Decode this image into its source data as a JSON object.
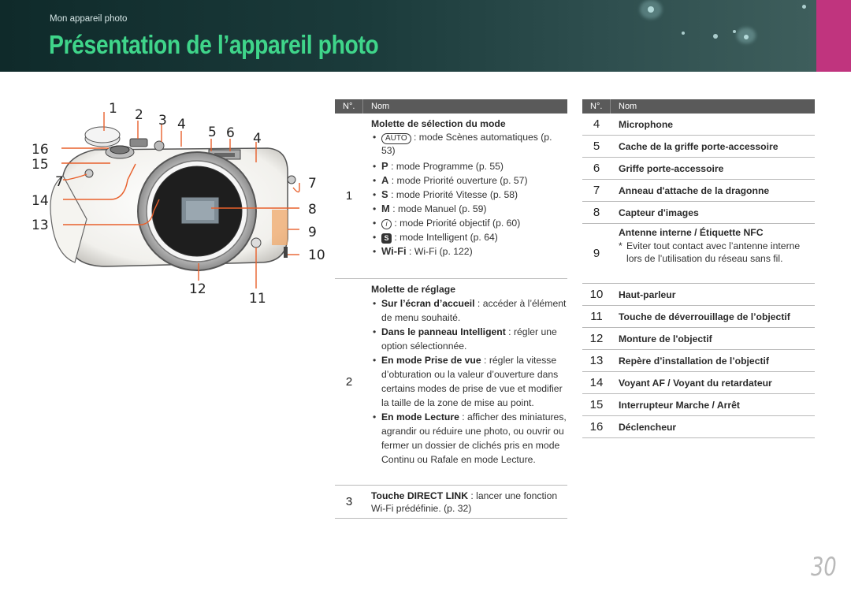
{
  "header": {
    "breadcrumb": "Mon appareil photo",
    "title": "Présentation de l’appareil photo"
  },
  "figure": {
    "callouts": [
      "1",
      "2",
      "3",
      "4",
      "5",
      "6",
      "4",
      "16",
      "15",
      "7",
      "14",
      "13",
      "7",
      "8",
      "9",
      "10",
      "12",
      "11"
    ]
  },
  "table1": {
    "col_no": "N°.",
    "col_name": "Nom",
    "rows": [
      {
        "no": "1",
        "name": "Molette de sélection du mode",
        "items": [
          {
            "sym": "AUTO",
            "text": ": mode Scènes automatiques (p. 53)"
          },
          {
            "sym": "P",
            "text": ": mode Programme (p. 55)"
          },
          {
            "sym": "A",
            "text": ": mode Priorité ouverture (p. 57)"
          },
          {
            "sym": "S",
            "text": ": mode Priorité Vitesse (p. 58)"
          },
          {
            "sym": "M",
            "text": ": mode Manuel (p. 59)"
          },
          {
            "sym": "i",
            "text": ": mode Priorité objectif (p. 60)"
          },
          {
            "sym": "S",
            "text": ": mode Intelligent (p. 64)"
          },
          {
            "sym": "Wi-Fi",
            "text": ": Wi-Fi (p. 122)"
          }
        ]
      },
      {
        "no": "2",
        "name": "Molette de réglage",
        "items": [
          {
            "bold": "Sur l’écran d’accueil",
            "text": " : accéder à l’élément de menu souhaité."
          },
          {
            "bold": "Dans le panneau Intelligent",
            "text": " : régler une option sélectionnée."
          },
          {
            "bold": "En mode Prise de vue",
            "text": " : régler la vitesse d’obturation ou la valeur d’ouverture dans certains modes de prise de vue et modifier la taille de la zone de mise au point."
          },
          {
            "bold": "En mode Lecture",
            "text": " : afficher des miniatures, agrandir ou réduire une photo, ou ouvrir ou fermer un dossier de clichés pris en mode Continu ou Rafale en mode Lecture."
          }
        ]
      },
      {
        "no": "3",
        "bold": "Touche DIRECT LINK",
        "text": " : lancer une fonction Wi-Fi prédéfinie. (p. 32)"
      }
    ]
  },
  "table2": {
    "col_no": "N°.",
    "col_name": "Nom",
    "rows": [
      {
        "no": "4",
        "name": "Microphone"
      },
      {
        "no": "5",
        "name": "Cache de la griffe porte-accessoire"
      },
      {
        "no": "6",
        "name": "Griffe porte-accessoire"
      },
      {
        "no": "7",
        "name": "Anneau d'attache de la dragonne"
      },
      {
        "no": "8",
        "name": "Capteur d'images"
      },
      {
        "no": "9",
        "name": "Antenne interne / Étiquette NFC",
        "note": "Eviter tout contact avec l’antenne interne lors de l’utilisation du réseau sans fil."
      },
      {
        "no": "10",
        "name": "Haut-parleur"
      },
      {
        "no": "11",
        "name": "Touche de déverrouillage de l’objectif"
      },
      {
        "no": "12",
        "name": "Monture de l'objectif"
      },
      {
        "no": "13",
        "name": "Repère d’installation de l’objectif"
      },
      {
        "no": "14",
        "name": "Voyant AF / Voyant du retardateur"
      },
      {
        "no": "15",
        "name": "Interrupteur Marche / Arrêt"
      },
      {
        "no": "16",
        "name": "Déclencheur"
      }
    ]
  },
  "page_number": "30",
  "colors": {
    "title": "#3fd58a",
    "header_bg": "#1b3b3b",
    "tab": "#c0347e",
    "callout_line": "#e8602c",
    "nfc": "#f0a86a"
  },
  "icons": [
    "camera-illustration",
    "auto-mode-icon",
    "program-mode-icon",
    "aperture-mode-icon",
    "shutter-mode-icon",
    "manual-mode-icon",
    "lens-priority-icon",
    "smart-mode-icon",
    "wifi-mode-icon"
  ]
}
